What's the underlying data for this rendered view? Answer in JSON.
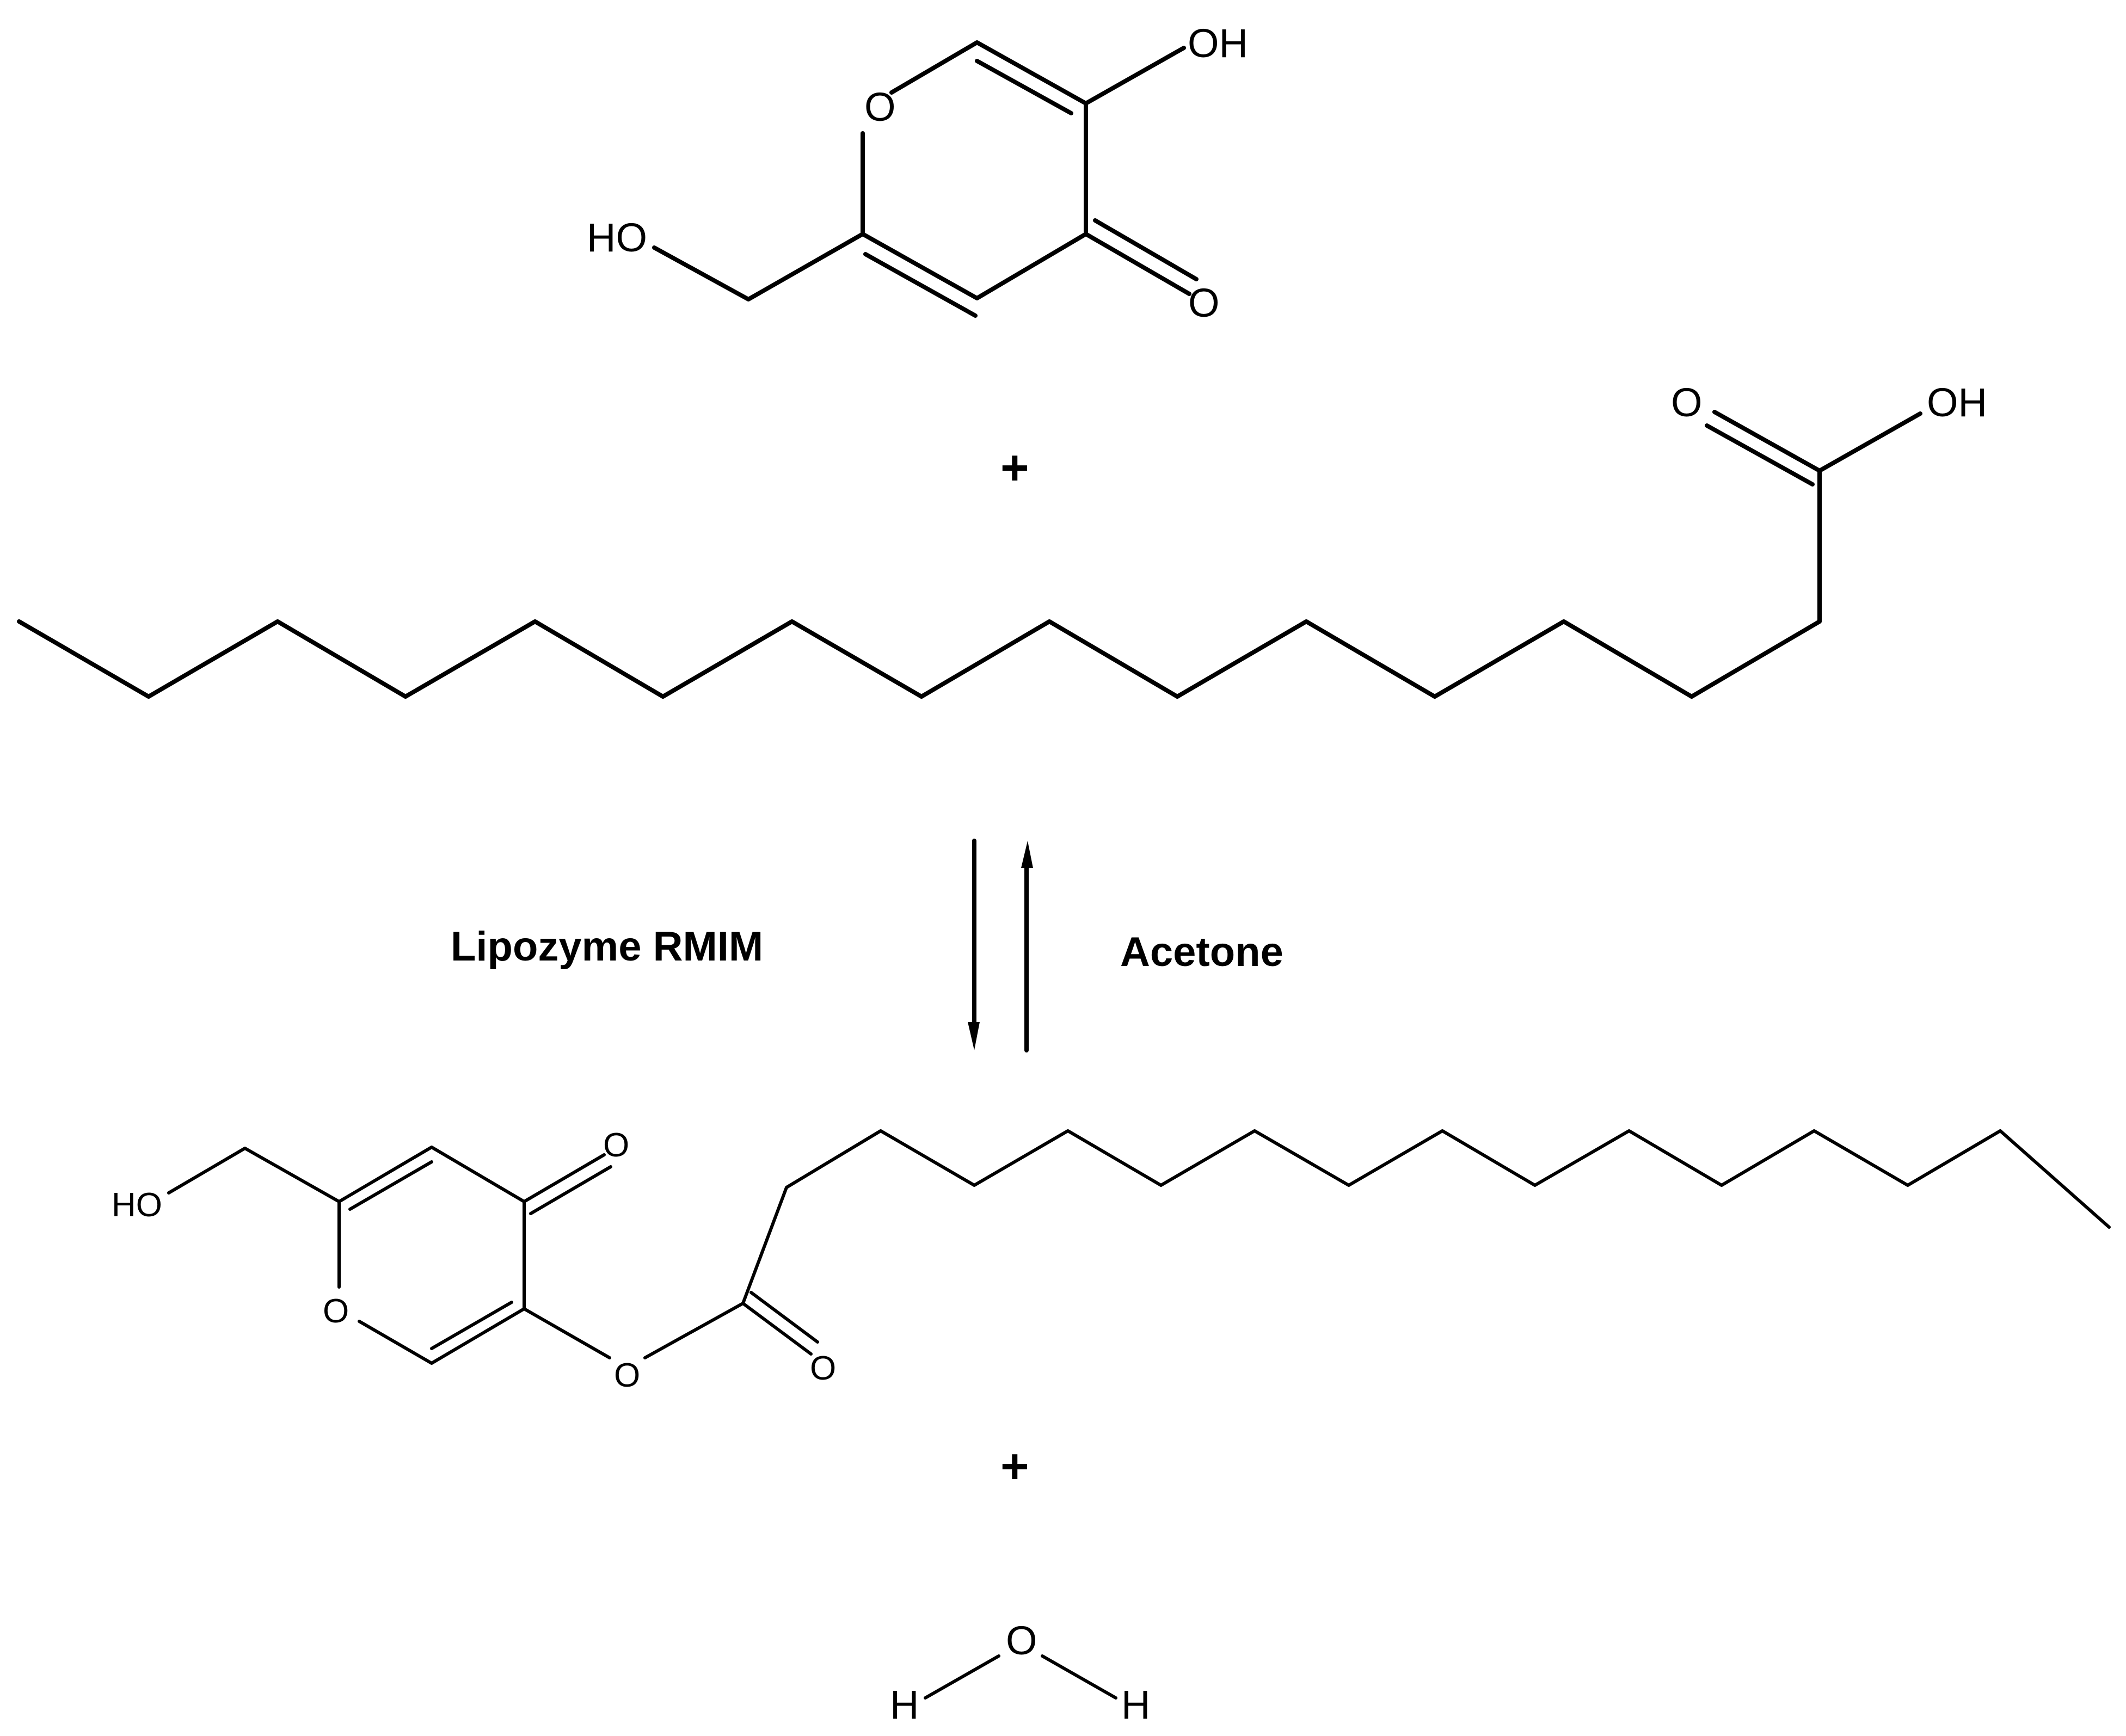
{
  "reactant_1": {
    "atoms": {
      "ring_o": "O",
      "enol_oh": "OH",
      "ketone_o": "O",
      "hydroxymethyl": "HO"
    }
  },
  "plus_1": "+",
  "reactant_2": {
    "atoms": {
      "carbonyl_o": "O",
      "acid_oh": "OH"
    }
  },
  "conditions": {
    "catalyst": "Lipozyme RMIM",
    "solvent": "Acetone"
  },
  "product_1": {
    "atoms": {
      "hydroxymethyl": "HO",
      "ketone_o": "O",
      "ring_o": "O",
      "ester_o": "O",
      "carbonyl_o": "O"
    }
  },
  "plus_2": "+",
  "product_2": {
    "atoms": {
      "o": "O",
      "h_left": "H",
      "h_right": "H"
    }
  },
  "colors": {
    "ink": "#000000",
    "background": "#ffffff"
  }
}
